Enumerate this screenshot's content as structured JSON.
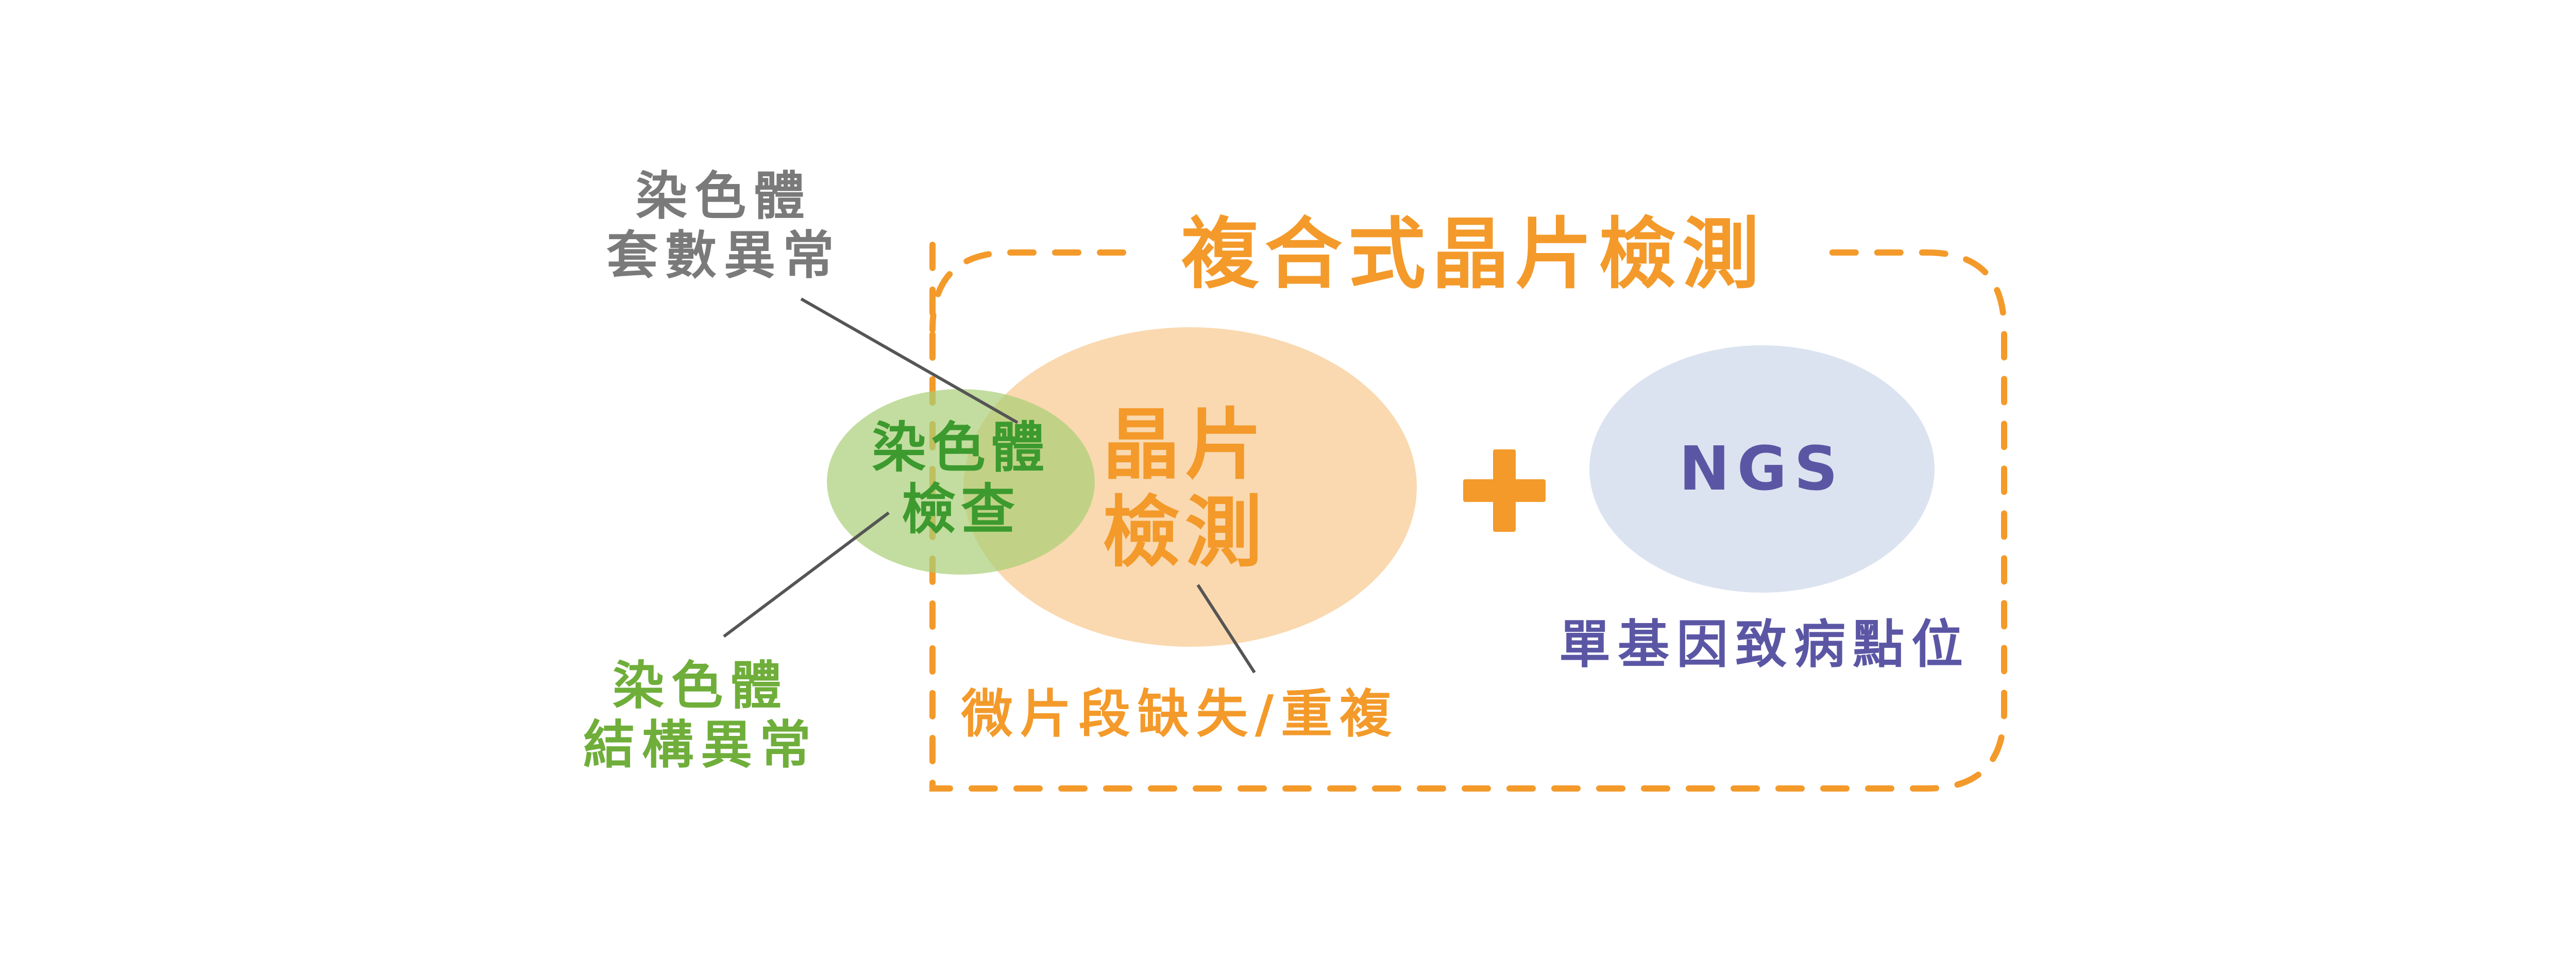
{
  "title": "複合式晶片檢測",
  "microarray": {
    "line1": "晶片",
    "line2": "檢測",
    "subtitle": "微片段缺失/重複"
  },
  "karyotype": {
    "line1": "染色體",
    "line2": "檢查"
  },
  "annotations": {
    "copy_number": {
      "line1": "染色體",
      "line2": "套數異常"
    },
    "structural": {
      "line1": "染色體",
      "line2": "結構異常"
    }
  },
  "plus_sign": "+",
  "ngs": {
    "label": "NGS",
    "subtitle": "單基因致病點位"
  },
  "colors": {
    "orange": "#F39A2B",
    "orange_fill": "#FAD9B0",
    "green_fill": "#C3DF9E",
    "green_text": "#3C9A2E",
    "green_label": "#6FAE3A",
    "gray_text": "#7A7A7A",
    "line": "#555555",
    "ngs_fill": "#DCE3F0",
    "ngs_text": "#5B56A4"
  }
}
